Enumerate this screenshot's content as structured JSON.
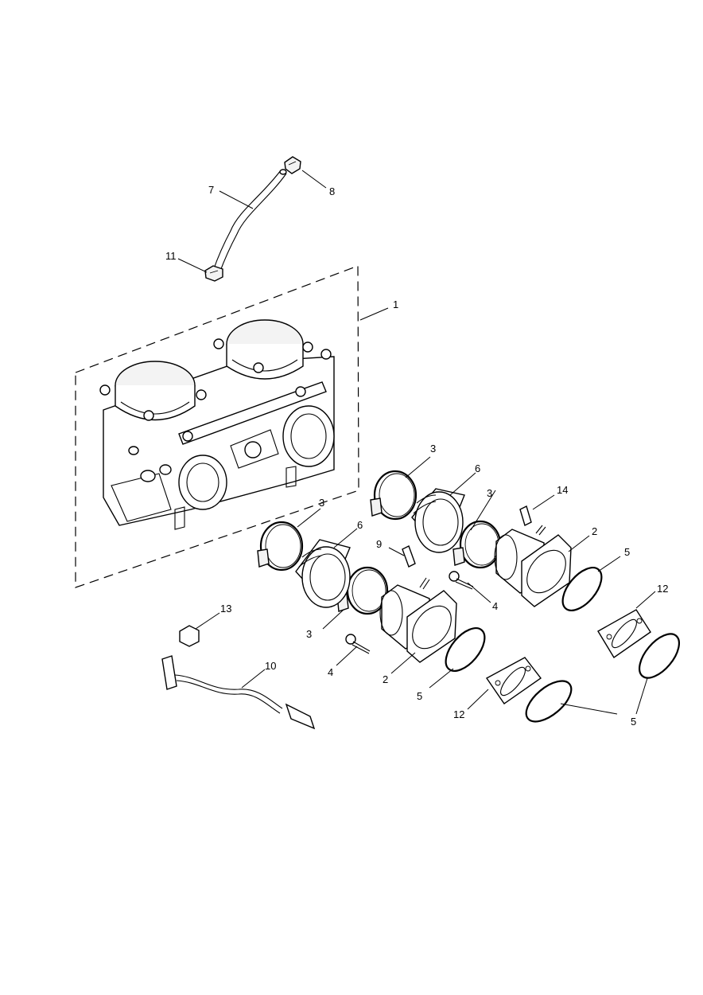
{
  "diagram": {
    "callouts": [
      {
        "id": "c1",
        "label": "1"
      },
      {
        "id": "c2a",
        "label": "2"
      },
      {
        "id": "c2b",
        "label": "2"
      },
      {
        "id": "c3a",
        "label": "3"
      },
      {
        "id": "c3b",
        "label": "3"
      },
      {
        "id": "c3c",
        "label": "3"
      },
      {
        "id": "c3d",
        "label": "3"
      },
      {
        "id": "c4a",
        "label": "4"
      },
      {
        "id": "c4b",
        "label": "4"
      },
      {
        "id": "c5a",
        "label": "5"
      },
      {
        "id": "c5b",
        "label": "5"
      },
      {
        "id": "c5c",
        "label": "5"
      },
      {
        "id": "c6a",
        "label": "6"
      },
      {
        "id": "c6b",
        "label": "6"
      },
      {
        "id": "c7",
        "label": "7"
      },
      {
        "id": "c8",
        "label": "8"
      },
      {
        "id": "c9",
        "label": "9"
      },
      {
        "id": "c10",
        "label": "10"
      },
      {
        "id": "c11",
        "label": "11"
      },
      {
        "id": "c12a",
        "label": "12"
      },
      {
        "id": "c12b",
        "label": "12"
      },
      {
        "id": "c13",
        "label": "13"
      },
      {
        "id": "c14",
        "label": "14"
      }
    ]
  }
}
